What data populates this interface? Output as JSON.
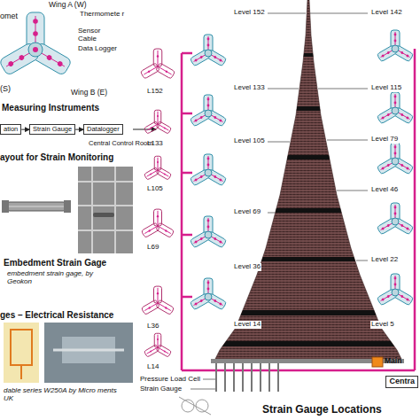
{
  "diagram": {
    "nodes": [
      {
        "text": [
          "ation"
        ]
      },
      {
        "text": [
          "Strain Gauge"
        ]
      },
      {
        "text": [
          "Datalogger"
        ]
      },
      {
        "text": [
          "Centra"
        ]
      }
    ],
    "edges": [
      {
        "from": 0,
        "to": 1,
        "arrow": "to"
      },
      {
        "from": 1,
        "to": 2,
        "arrow": "to"
      }
    ],
    "labels": [
      "omet",
      "Wing A (W)",
      "Thermomete r",
      "Sensor Cable",
      "Data Logger",
      "(S)",
      "Wing B (E)",
      "Measuring Instruments",
      "Central Control Room",
      "ayout for Strain Monitoring",
      "Embedment Strain Gage",
      "embedment strain gage, by Geokon",
      "ges – Electrical Resistance",
      "dable series W250A by Micro ments UK",
      "L152",
      "L133",
      "L105",
      "L69",
      "L36",
      "L14",
      "Level 152",
      "Level 142",
      "Level 133",
      "Level 115",
      "Level 105",
      "Level 79",
      "Level 69",
      "Level 46",
      "Level 36",
      "Level 22",
      "Level 14",
      "Level 5",
      "Pressure Load Cell",
      "Strain Gauge",
      "Main",
      "Strain Gauge Locations"
    ]
  }
}
